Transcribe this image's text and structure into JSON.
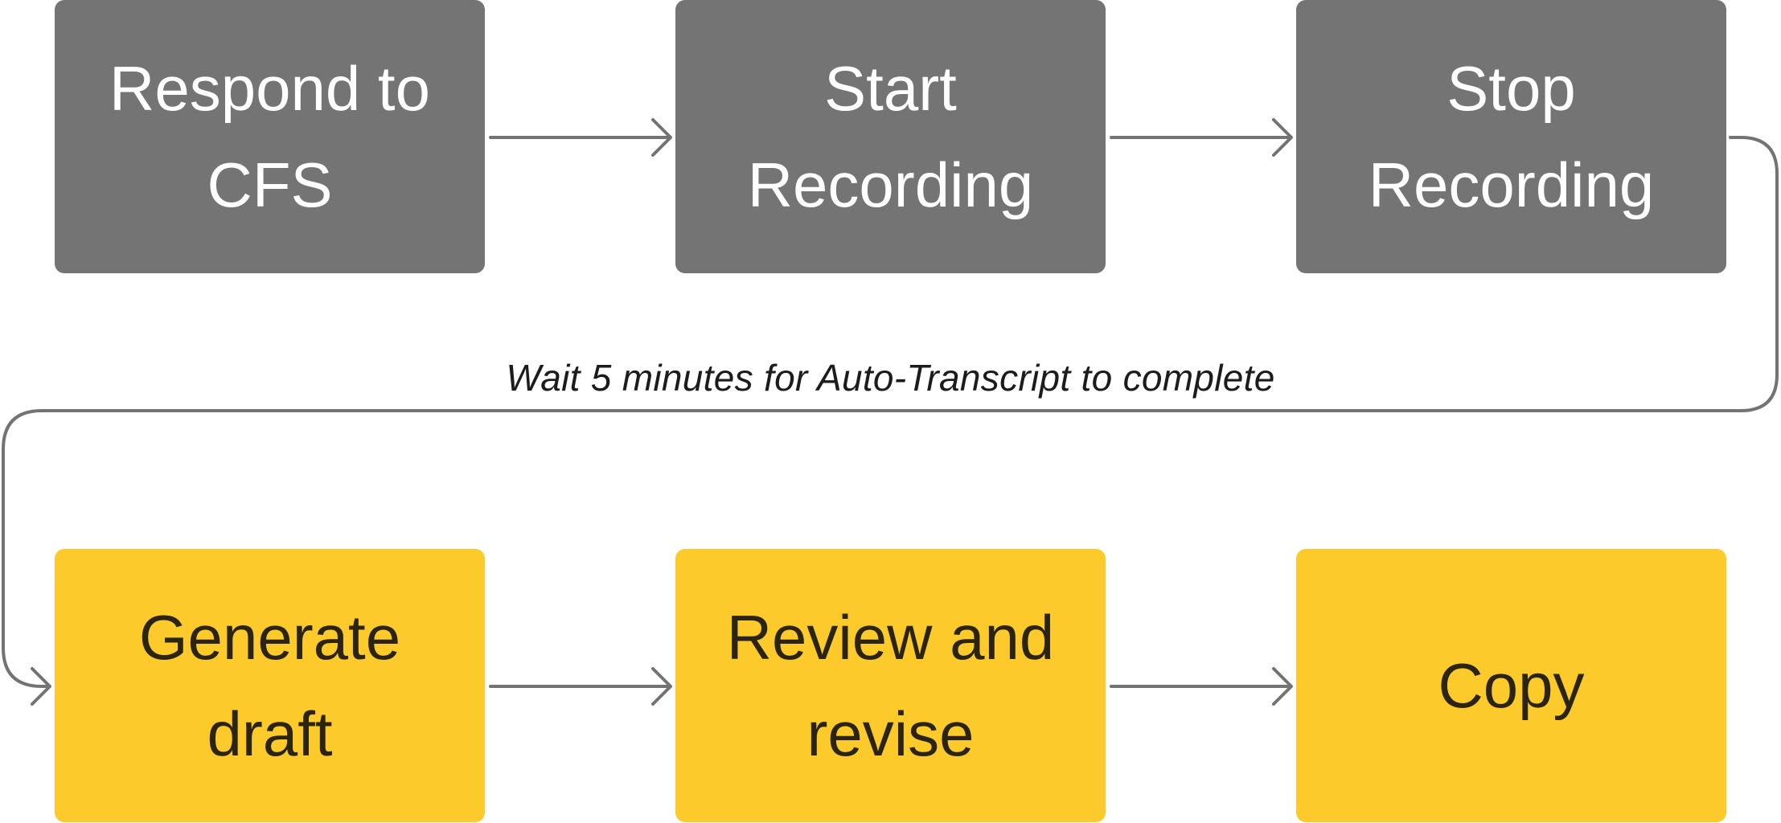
{
  "diagram": {
    "nodes": [
      {
        "id": "respond",
        "label": "Respond to CFS",
        "color": "#747474"
      },
      {
        "id": "start",
        "label": "Start Recording",
        "color": "#747474"
      },
      {
        "id": "stop",
        "label": "Stop Recording",
        "color": "#747474"
      },
      {
        "id": "generate",
        "label": "Generate draft",
        "color": "#fccb2b"
      },
      {
        "id": "review",
        "label": "Review and revise",
        "color": "#fccb2b"
      },
      {
        "id": "copy",
        "label": "Copy",
        "color": "#fccb2b"
      }
    ],
    "edges": [
      {
        "from": "respond",
        "to": "start"
      },
      {
        "from": "start",
        "to": "stop"
      },
      {
        "from": "stop",
        "to": "generate",
        "label": "Wait 5 minutes for Auto-Transcript to complete"
      },
      {
        "from": "generate",
        "to": "review"
      },
      {
        "from": "review",
        "to": "copy"
      }
    ],
    "edge_color": "#737373"
  }
}
